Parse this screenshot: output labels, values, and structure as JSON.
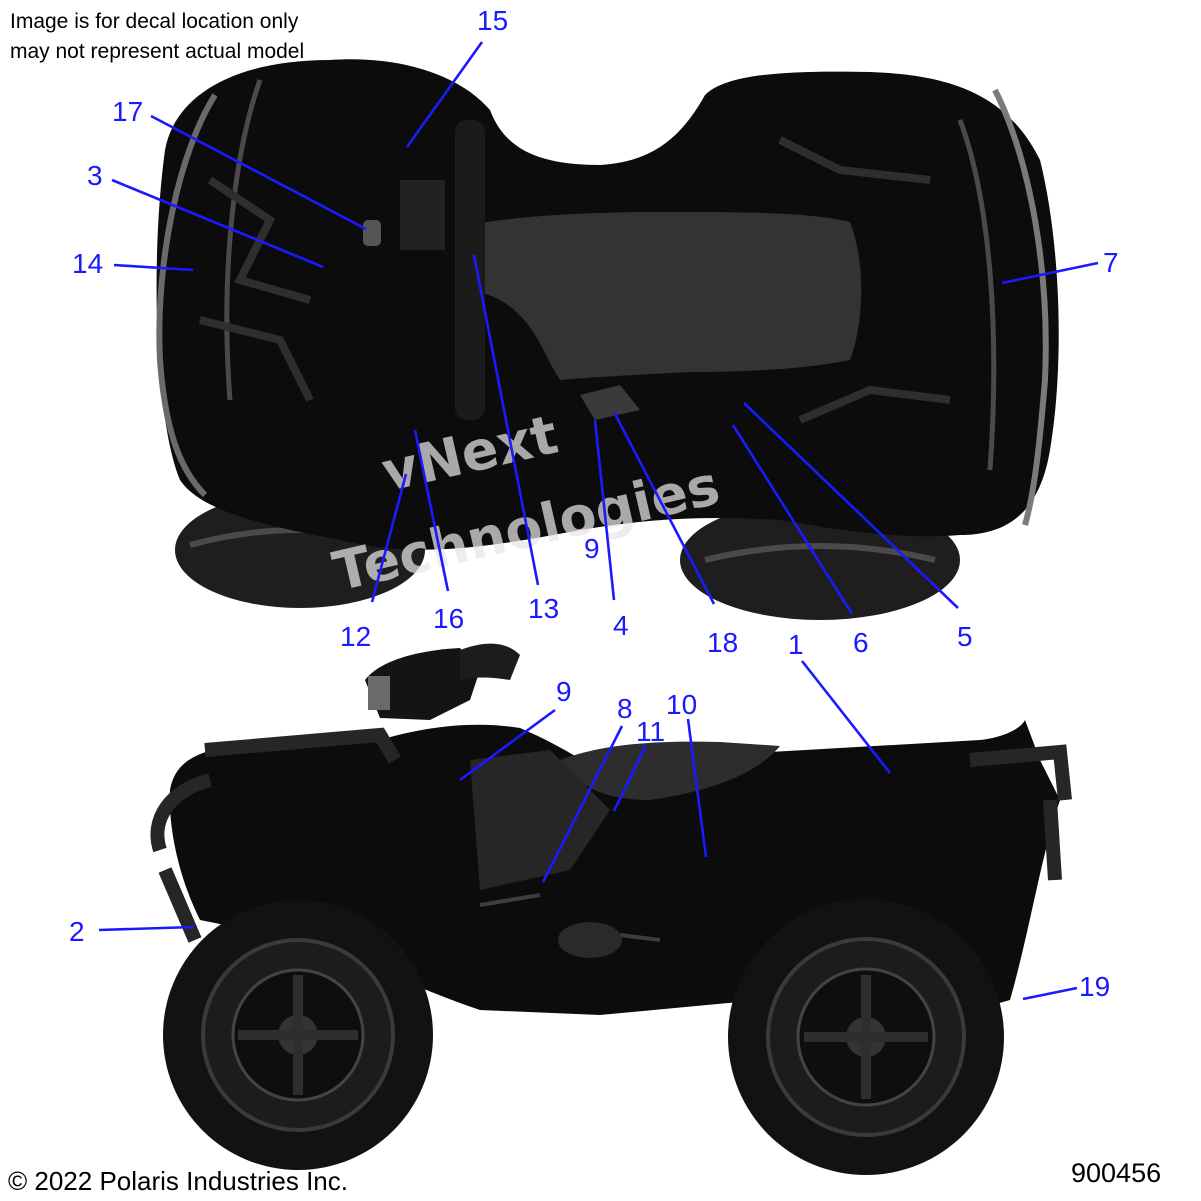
{
  "note": {
    "line1": "Image is for decal location only",
    "line2": "may not represent actual model"
  },
  "watermark": {
    "line1": "vNext",
    "line2": "Technologies"
  },
  "footer": {
    "copyright": "© 2022 Polaris Industries Inc.",
    "figure_number": "900456"
  },
  "callouts": [
    {
      "id": "15",
      "label": "15"
    },
    {
      "id": "17",
      "label": "17"
    },
    {
      "id": "3",
      "label": "3"
    },
    {
      "id": "14",
      "label": "14"
    },
    {
      "id": "7",
      "label": "7"
    },
    {
      "id": "12",
      "label": "12"
    },
    {
      "id": "16",
      "label": "16"
    },
    {
      "id": "13",
      "label": "13"
    },
    {
      "id": "9-top",
      "label": "9"
    },
    {
      "id": "4",
      "label": "4"
    },
    {
      "id": "18",
      "label": "18"
    },
    {
      "id": "6",
      "label": "6"
    },
    {
      "id": "5",
      "label": "5"
    },
    {
      "id": "1",
      "label": "1"
    },
    {
      "id": "9-side",
      "label": "9"
    },
    {
      "id": "8",
      "label": "8"
    },
    {
      "id": "11",
      "label": "11"
    },
    {
      "id": "10",
      "label": "10"
    },
    {
      "id": "2",
      "label": "2"
    },
    {
      "id": "19",
      "label": "19"
    }
  ],
  "colors": {
    "callout": "#1a1aff",
    "vehicle": "#0c0c0c",
    "vehicle_shade": "#3a3a3a"
  }
}
